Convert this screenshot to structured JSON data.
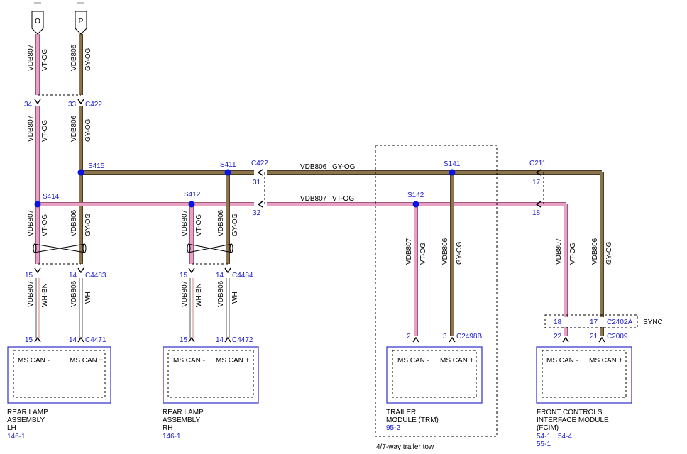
{
  "connectors_top": {
    "o": "O",
    "p": "P"
  },
  "pins": {
    "p34": "34",
    "p33": "33",
    "p31": "31",
    "p32": "32",
    "p17a": "17",
    "p18a": "18",
    "p15a": "15",
    "p14a": "14",
    "p15b": "15",
    "p14b": "14",
    "p15c": "15",
    "p14c": "14",
    "p15d": "15",
    "p14d": "14",
    "p2": "2",
    "p3": "3",
    "p18b": "18",
    "p17b": "17",
    "p22": "22",
    "p21": "21"
  },
  "connector_ids": {
    "c422a": "C422",
    "c422b": "C422",
    "c211": "C211",
    "c4483": "C4483",
    "c4471": "C4471",
    "c4484": "C4484",
    "c4472": "C4472",
    "c2498b": "C2498B",
    "c2402a": "C2402A",
    "c2009": "C2009"
  },
  "splices": {
    "s415": "S415",
    "s411": "S411",
    "s414": "S414",
    "s412": "S412",
    "s141": "S141",
    "s142": "S142"
  },
  "wires": {
    "vdb807": "VDB807",
    "vdb806": "VDB806",
    "vt_og": "VT-OG",
    "gy_og": "GY-OG",
    "wh_bn": "WH-BN",
    "wh": "WH"
  },
  "modules": {
    "rear_lh": {
      "pin_minus": "MS CAN -",
      "pin_plus": "MS CAN +",
      "name1": "REAR LAMP",
      "name2": "ASSEMBLY",
      "name3": "LH",
      "ref": "146-1"
    },
    "rear_rh": {
      "pin_minus": "MS CAN -",
      "pin_plus": "MS CAN +",
      "name1": "REAR LAMP",
      "name2": "ASSEMBLY",
      "name3": "RH",
      "ref": "146-1"
    },
    "trm": {
      "pin_minus": "MS CAN -",
      "pin_plus": "MS CAN +",
      "name1": "TRAILER",
      "name2": "MODULE (TRM)",
      "ref": "95-2"
    },
    "fcim": {
      "pin_minus": "MS CAN -",
      "pin_plus": "MS CAN +",
      "name1": "FRONT CONTROLS",
      "name2": "INTERFACE MODULE",
      "name3": "(FCIM)",
      "ref1": "54-1",
      "ref2": "54-4",
      "ref3": "55-1"
    }
  },
  "labels": {
    "sync": "SYNC",
    "tow": "4/7-way trailer tow"
  },
  "colors": {
    "pink": "#e8a0c4",
    "pink_edge": "#9a5a7a",
    "brown": "#8b7450",
    "brown_edge": "#4a3a20",
    "splice": "#0a14e0",
    "blue_text": "#1a1ad0",
    "module_border": "#3030c8"
  }
}
